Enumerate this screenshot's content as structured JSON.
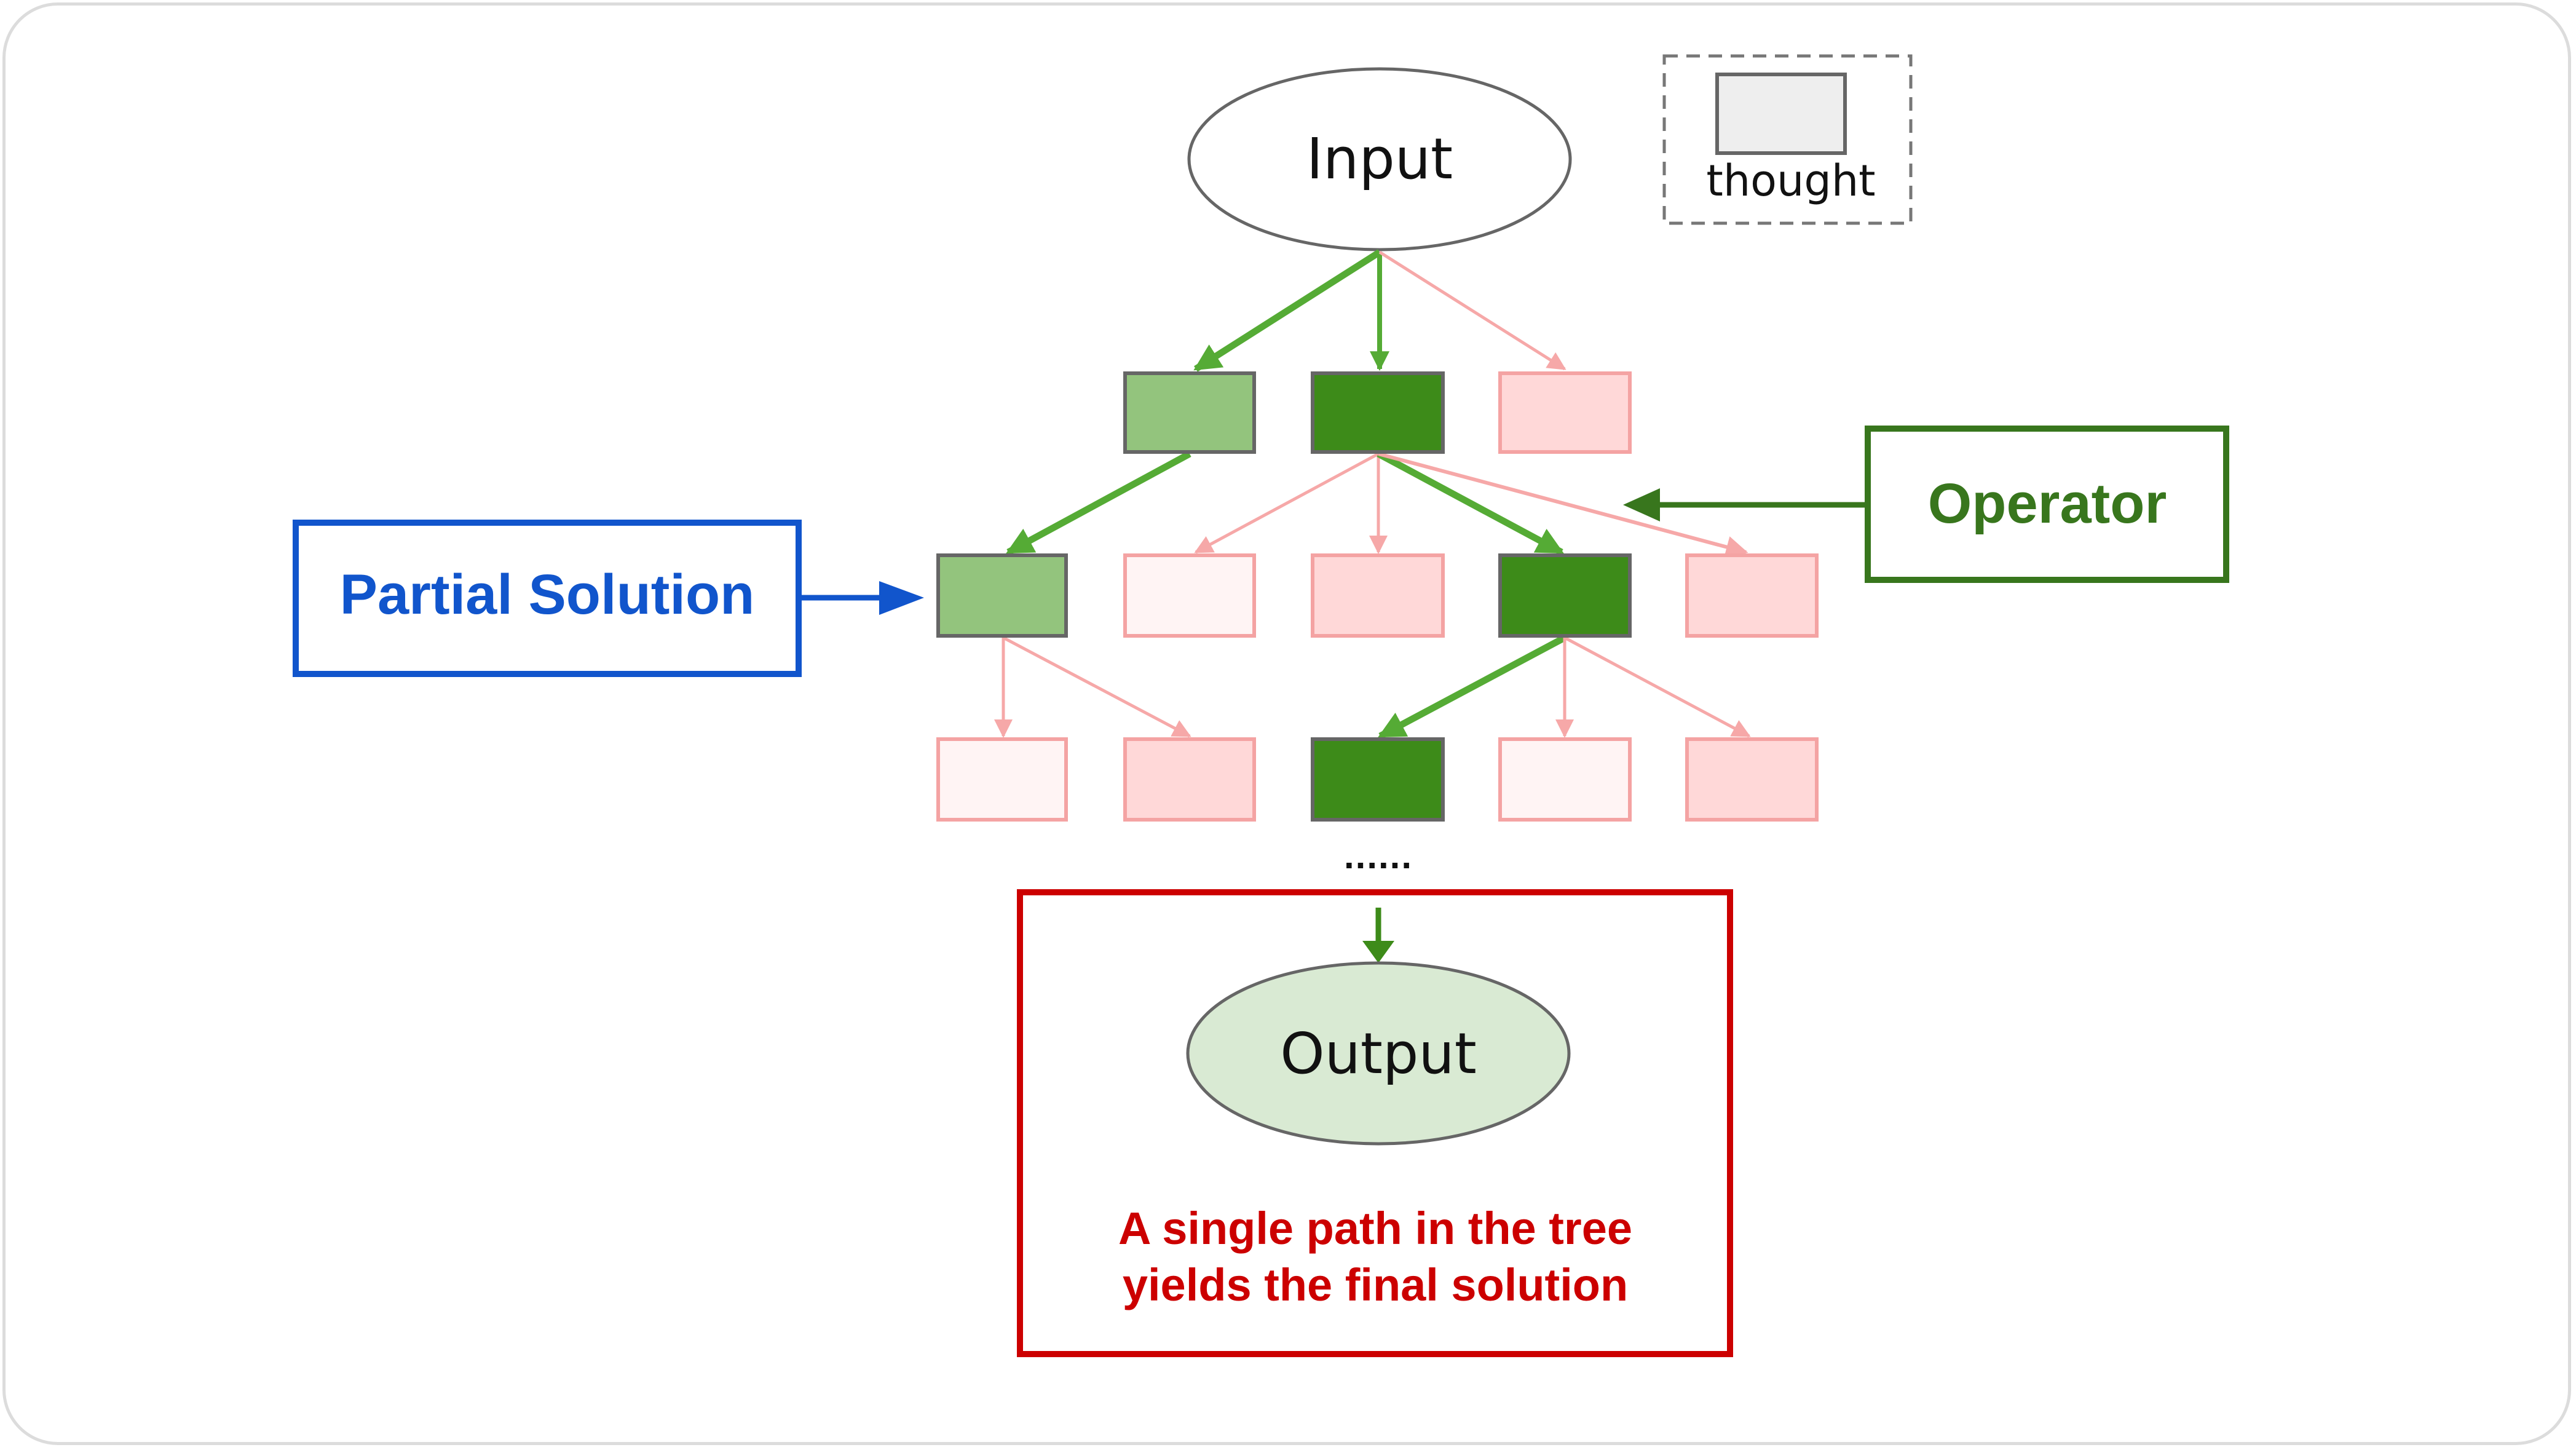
{
  "diagram": {
    "input_label": "Input",
    "output_label": "Output",
    "legend_label": "thought",
    "ellipsis": "......",
    "partial_solution_label": "Partial Solution",
    "operator_label": "Operator",
    "caption_line1": "A single path in the tree",
    "caption_line2": "yields the final solution",
    "colors": {
      "selected_dark": "#3d8b19",
      "partial_light": "#93c47d",
      "pruned_pink": "#ffd8d8",
      "pruned_pale": "#fff4f4",
      "pink_stroke": "#f4a3a3",
      "edge_green": "#55ab35",
      "edge_pink": "#f6a8a8",
      "partial_blue": "#1155cc",
      "operator_green": "#38761d",
      "output_red": "#cc0000",
      "output_fill": "#d9ead3"
    },
    "rows": [
      {
        "nodes": [
          "partial",
          "selected",
          "pruned"
        ]
      },
      {
        "nodes": [
          "partial",
          "pale",
          "pruned",
          "selected",
          "pruned"
        ]
      },
      {
        "nodes": [
          "pale",
          "pruned",
          "selected",
          "pale",
          "pruned"
        ]
      }
    ]
  }
}
